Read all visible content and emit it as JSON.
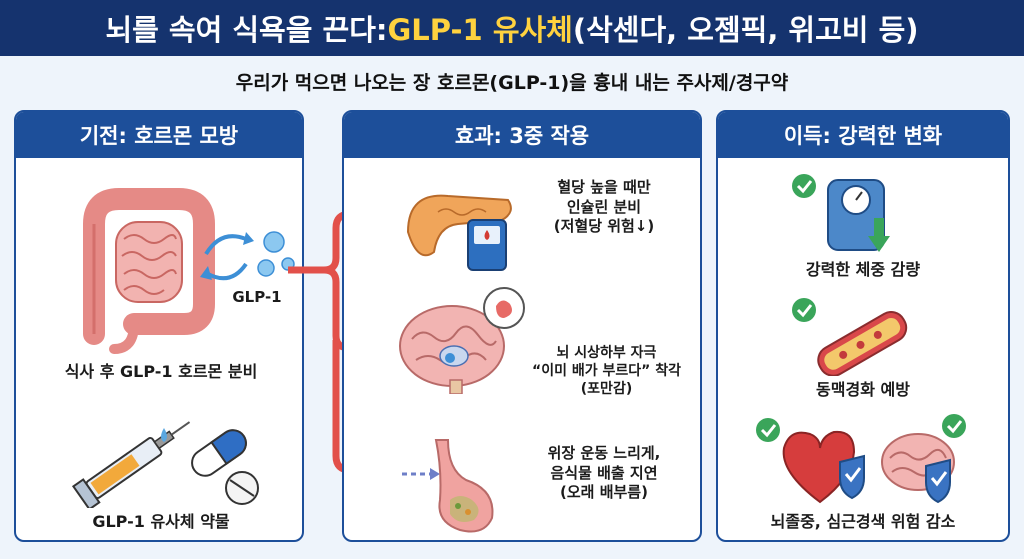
{
  "title": {
    "part1": "뇌를 속여 식욕을 끈다: ",
    "highlight": "GLP-1 유사체",
    "part2": " (삭센다, 오젬픽, 위고비 등)"
  },
  "subtitle": "우리가 먹으면 나오는 장 호르몬(GLP-1)을 흉내 내는 주사제/경구약",
  "panels": {
    "mechanism": {
      "header": "기전: 호르몬 모방",
      "glp_label": "GLP-1",
      "caption1": "식사 후 GLP-1 호르몬 분비",
      "caption2": "GLP-1 유사체 약물"
    },
    "effects": {
      "header": "효과: 3중 작용",
      "items": [
        {
          "line1": "혈당 높을 때만",
          "line2": "인슐린 분비",
          "line3": "(저혈당 위험↓)"
        },
        {
          "line1": "뇌 시상하부 자극",
          "line2": "“이미 배가 부르다” 착각",
          "line3": "(포만감)"
        },
        {
          "line1": "위장 운동 느리게,",
          "line2": "음식물 배출 지연",
          "line3": "(오래 배부름)"
        }
      ]
    },
    "benefits": {
      "header": "이득: 강력한 변화",
      "items": [
        "강력한 체중 감량",
        "동맥경화 예방",
        "뇌졸중, 심근경색 위험 감소"
      ]
    }
  },
  "colors": {
    "title_bg": "#15336e",
    "title_highlight": "#ffd23f",
    "panel_border": "#1d4f9a",
    "arrow": "#e2504a",
    "check": "#3aa55a"
  }
}
